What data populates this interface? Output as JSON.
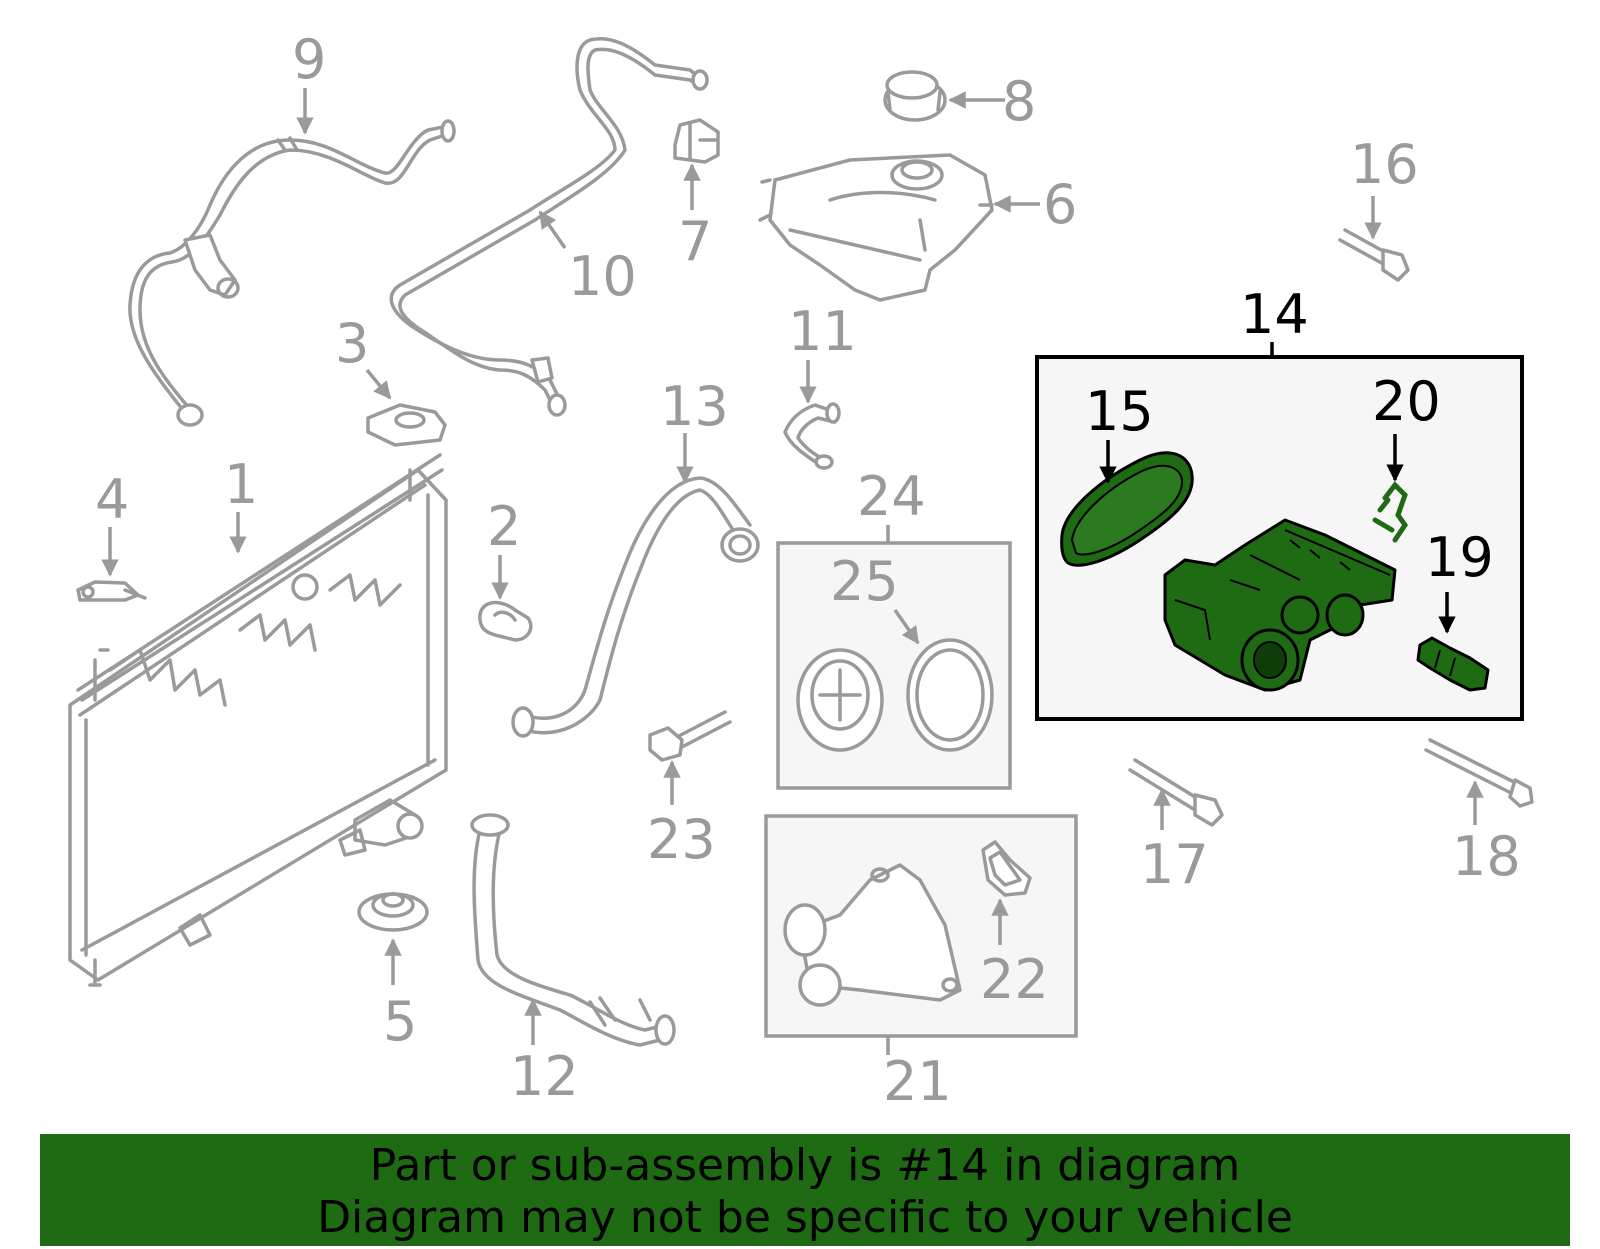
{
  "callouts": {
    "c1": "1",
    "c2": "2",
    "c3": "3",
    "c4": "4",
    "c5": "5",
    "c6": "6",
    "c7": "7",
    "c8": "8",
    "c9": "9",
    "c10": "10",
    "c11": "11",
    "c12": "12",
    "c13": "13",
    "c14": "14",
    "c15": "15",
    "c16": "16",
    "c17": "17",
    "c18": "18",
    "c19": "19",
    "c20": "20",
    "c21": "21",
    "c22": "22",
    "c23": "23",
    "c24": "24",
    "c25": "25"
  },
  "highlight": {
    "group": "14",
    "color": "#1f6b14"
  },
  "banner": {
    "line1": "Part or sub-assembly is #14 in diagram",
    "line2": "Diagram may not be specific to your vehicle",
    "background": "#1f6b14"
  }
}
